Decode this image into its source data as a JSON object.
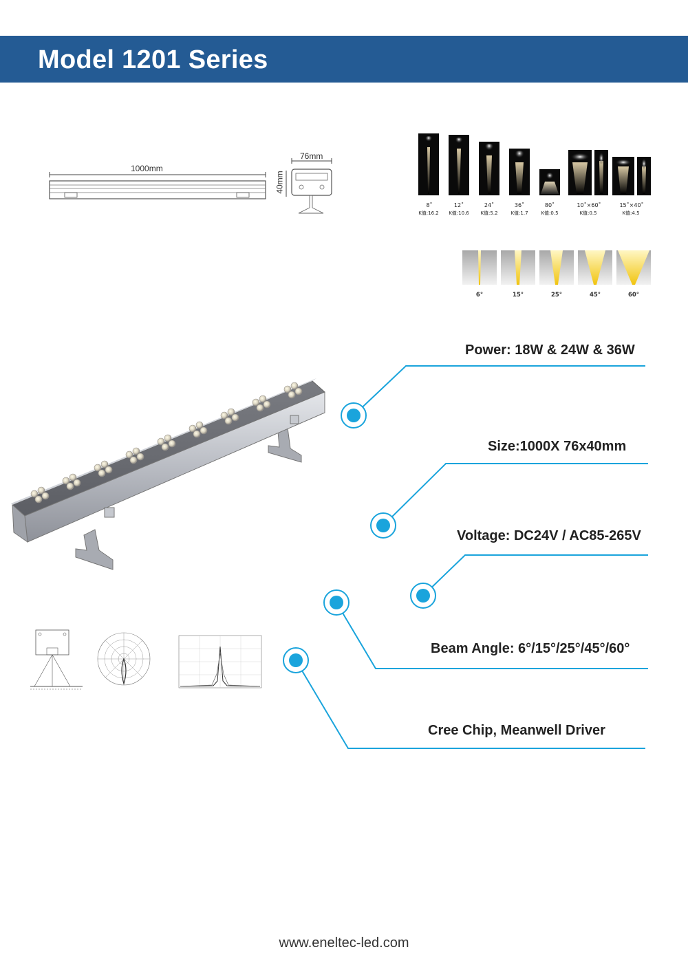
{
  "header": {
    "title": "Model 1201 Series"
  },
  "drawing": {
    "length_label": "1000mm",
    "width_label": "76mm",
    "height_label": "40mm"
  },
  "beam_photos": [
    {
      "angle": "8˚",
      "k": "K值:16.2"
    },
    {
      "angle": "12˚",
      "k": "K值:10.6"
    },
    {
      "angle": "24˚",
      "k": "K值:5.2"
    },
    {
      "angle": "36˚",
      "k": "K值:1.7"
    },
    {
      "angle": "80˚",
      "k": "K值:0.5"
    },
    {
      "angle": "10˚×60˚",
      "k": "K值:0.5"
    },
    {
      "angle": "15˚×40˚",
      "k": "K值:4.5"
    }
  ],
  "beam_cones": [
    "6°",
    "15°",
    "25°",
    "45°",
    "60°"
  ],
  "specs": {
    "power": "Power: 18W & 24W & 36W",
    "size": "Size:1000X 76x40mm",
    "voltage": "Voltage: DC24V / AC85-265V",
    "beam_angle": "Beam Angle: 6°/15°/25°/45°/60°",
    "chip_driver": "Cree Chip, Meanwell Driver"
  },
  "colors": {
    "header": "#245b94",
    "accent": "#1aa4dc"
  },
  "footer": {
    "website": "www.eneltec-led.com"
  }
}
